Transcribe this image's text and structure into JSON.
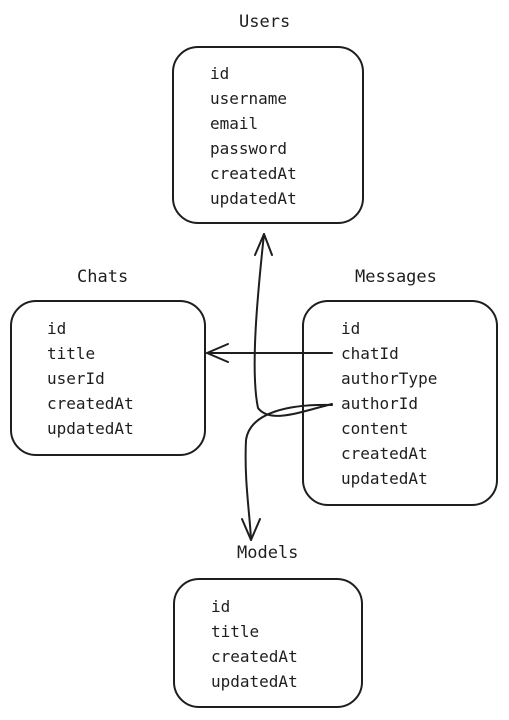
{
  "entities": {
    "users": {
      "title": "Users",
      "fields": [
        "id",
        "username",
        "email",
        "password",
        "createdAt",
        "updatedAt"
      ]
    },
    "chats": {
      "title": "Chats",
      "fields": [
        "id",
        "title",
        "userId",
        "createdAt",
        "updatedAt"
      ]
    },
    "messages": {
      "title": "Messages",
      "fields": [
        "id",
        "chatId",
        "authorType",
        "authorId",
        "content",
        "createdAt",
        "updatedAt"
      ]
    },
    "models": {
      "title": "Models",
      "fields": [
        "id",
        "title",
        "createdAt",
        "updatedAt"
      ]
    }
  },
  "relations": [
    {
      "from": "messages.chatId",
      "to": "chats"
    },
    {
      "from": "messages.authorId",
      "to": "users"
    },
    {
      "from": "messages.authorId",
      "to": "models"
    }
  ]
}
